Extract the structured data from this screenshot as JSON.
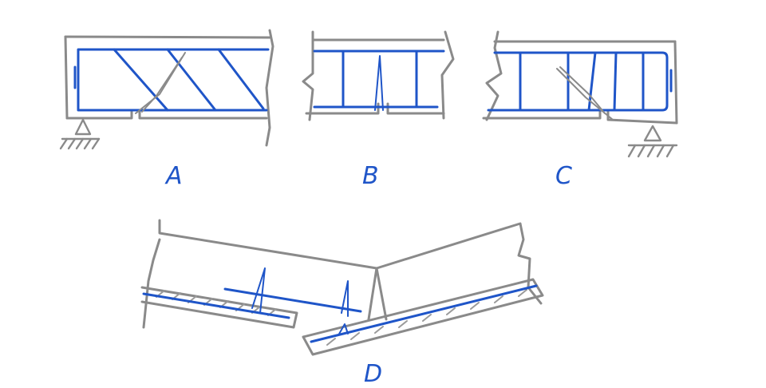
{
  "labels": {
    "a": "A",
    "b": "B",
    "c": "C",
    "d": "D"
  },
  "colors": {
    "concrete": "#8a8a8a",
    "steel": "#1f55c8",
    "label": "#1f55c8",
    "hatch": "#9a9a9a"
  }
}
